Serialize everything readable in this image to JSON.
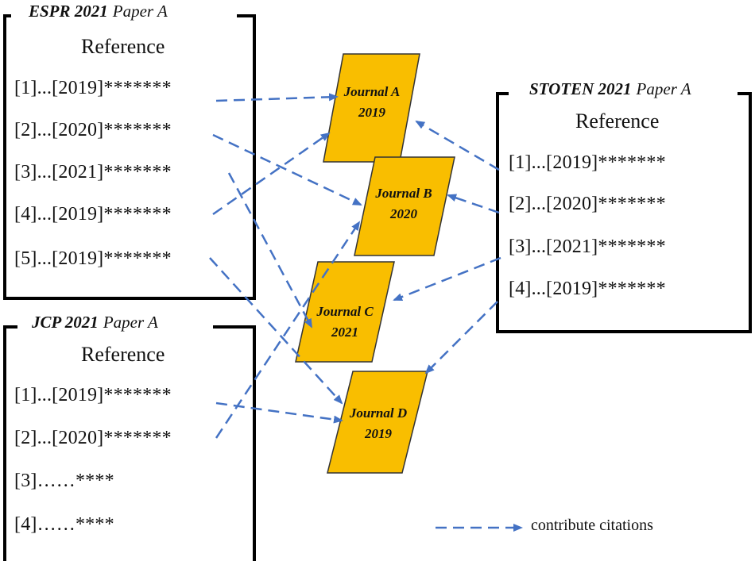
{
  "boxes": {
    "espr": {
      "pub": "ESPR 2021",
      "paper": "Paper A",
      "heading": "Reference",
      "refs": [
        "[1]...[2019]*******",
        "[2]...[2020]*******",
        "[3]...[2021]*******",
        "[4]...[2019]*******",
        "[5]...[2019]*******"
      ]
    },
    "jcp": {
      "pub": "JCP 2021",
      "paper": "Paper A",
      "heading": "Reference",
      "refs": [
        "[1]...[2019]*******",
        "[2]...[2020]*******",
        "[3]……****",
        "[4]……****"
      ]
    },
    "stoten": {
      "pub": "STOTEN 2021",
      "paper": "Paper A",
      "heading": "Reference",
      "refs": [
        "[1]...[2019]*******",
        "[2]...[2020]*******",
        "[3]...[2021]*******",
        "[4]...[2019]*******"
      ]
    }
  },
  "journals": [
    {
      "name": "Journal A",
      "year": "2019"
    },
    {
      "name": "Journal B",
      "year": "2020"
    },
    {
      "name": "Journal C",
      "year": "2021"
    },
    {
      "name": "Journal D",
      "year": "2019"
    }
  ],
  "legend": {
    "label": "contribute citations"
  },
  "colors": {
    "journal_fill": "#f9be00",
    "arrow": "#4472c4",
    "border": "#000000"
  }
}
